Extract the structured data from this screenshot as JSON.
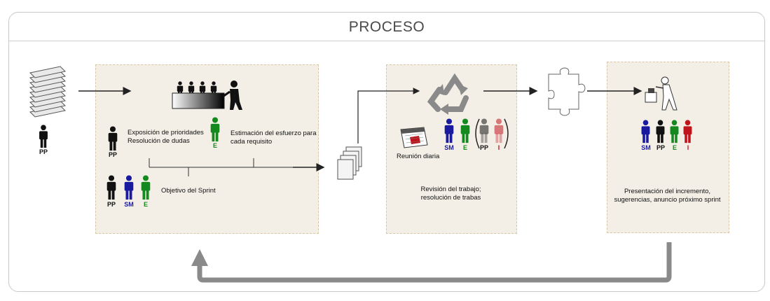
{
  "title": "PROCESO",
  "planning": {
    "task1_line1": "Exposición de prioridades",
    "task1_line2": "Resolución de dudas",
    "task2_line1": "Estimación del esfuerzo para",
    "task2_line2": "cada requisito",
    "goal": "Objetivo del Sprint"
  },
  "review": {
    "daily": "Reunión diaria",
    "caption_line1": "Revisión del trabajo;",
    "caption_line2": "resolución de trabas"
  },
  "demo": {
    "caption_line1": "Presentación del incremento,",
    "caption_line2": "sugerencias, anuncio próximo sprint"
  },
  "roles": {
    "pp": "PP",
    "sm": "SM",
    "e": "E",
    "i": "I"
  },
  "colors": {
    "pp": "#111111",
    "sm": "#1a1a9e",
    "e": "#148a1e",
    "i": "#c0141c",
    "arrow": "#888888"
  }
}
